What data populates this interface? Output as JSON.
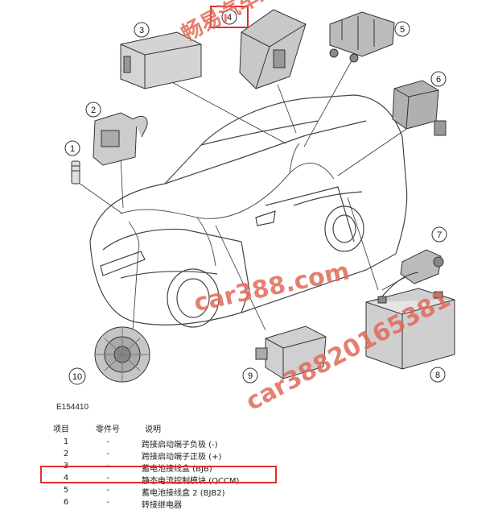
{
  "figure_id": "E154410",
  "callouts": [
    "1",
    "2",
    "3",
    "4",
    "5",
    "6",
    "7",
    "8",
    "9",
    "10"
  ],
  "highlight_color": "#e0302a",
  "watermark": {
    "cn": "畅易汽车维修平台",
    "url1": "car388.com",
    "url2": "car38820165381",
    "color": "#e06a5a"
  },
  "table": {
    "headers": [
      "项目",
      "零件号",
      "说明"
    ],
    "rows": [
      {
        "item": "1",
        "part": "-",
        "desc": "跨接启动端子负极 (-)"
      },
      {
        "item": "2",
        "part": "-",
        "desc": "跨接启动端子正极 (+)"
      },
      {
        "item": "3",
        "part": "-",
        "desc": "蓄电池接线盒 (BJB)"
      },
      {
        "item": "4",
        "part": "-",
        "desc": "静态电流控制模块 (QCCM)"
      },
      {
        "item": "5",
        "part": "-",
        "desc": "蓄电池接线盒 2 (BJB2)"
      },
      {
        "item": "6",
        "part": "-",
        "desc": "转接继电器"
      }
    ]
  }
}
